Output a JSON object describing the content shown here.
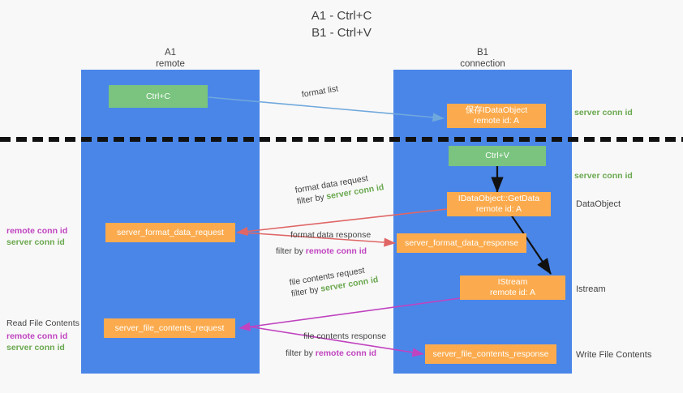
{
  "title": {
    "line1": "A1 - Ctrl+C",
    "line2": "B1 - Ctrl+V"
  },
  "lanes": [
    {
      "name": "A1",
      "sub": "remote"
    },
    {
      "name": "B1",
      "sub": "connection"
    }
  ],
  "boxes": {
    "ctrl_c": {
      "label": "Ctrl+C"
    },
    "ctrl_v": {
      "label": "Ctrl+V"
    },
    "save_idataobject": {
      "line1": "保存IDataObject",
      "line2": "remote id: A"
    },
    "getdata": {
      "line1": "IDataObject::GetData",
      "line2": "remote id: A"
    },
    "istream": {
      "line1": "IStream",
      "line2": "remote id: A"
    },
    "format_data_request": {
      "label": "server_format_data_request"
    },
    "format_data_response": {
      "label": "server_format_data_response"
    },
    "file_contents_request": {
      "label": "server_file_contents_request"
    },
    "file_contents_response": {
      "label": "server_file_contents_response"
    }
  },
  "edges": {
    "format_list": {
      "label": "format list"
    },
    "format_data_request": {
      "label": "format data request",
      "filter_prefix": "filter by ",
      "filter_value": "server conn id"
    },
    "format_data_response": {
      "label": "format data response",
      "filter_prefix": "filter by ",
      "filter_value": "remote conn id"
    },
    "file_contents_request": {
      "label": "file contents request",
      "filter_prefix": "filter by ",
      "filter_value": "server conn id"
    },
    "file_contents_response": {
      "label": "file contents response",
      "filter_prefix": "filter by ",
      "filter_value": "remote conn id"
    }
  },
  "left_annotations": {
    "format": {
      "remote": "remote conn id",
      "server": "server conn id"
    },
    "file": {
      "title": "Read File Contents",
      "remote": "remote conn id",
      "server": "server conn id"
    }
  },
  "right_annotations": {
    "server_conn_top": "server conn id",
    "server_conn_mid": "server conn id",
    "dataobject": "DataObject",
    "istream": "Istream",
    "write_file": "Write File Contents"
  },
  "colors": {
    "lane": "#4a86e8",
    "green_box": "#7ac47f",
    "orange_box": "#fbab4e",
    "green_text": "#6aa84f",
    "magenta_text": "#c043c0",
    "arrow_blue": "#6fa8dc",
    "arrow_red": "#e06666",
    "arrow_magenta": "#c043c0",
    "arrow_black": "#111111",
    "background": "#f8f8f8"
  }
}
